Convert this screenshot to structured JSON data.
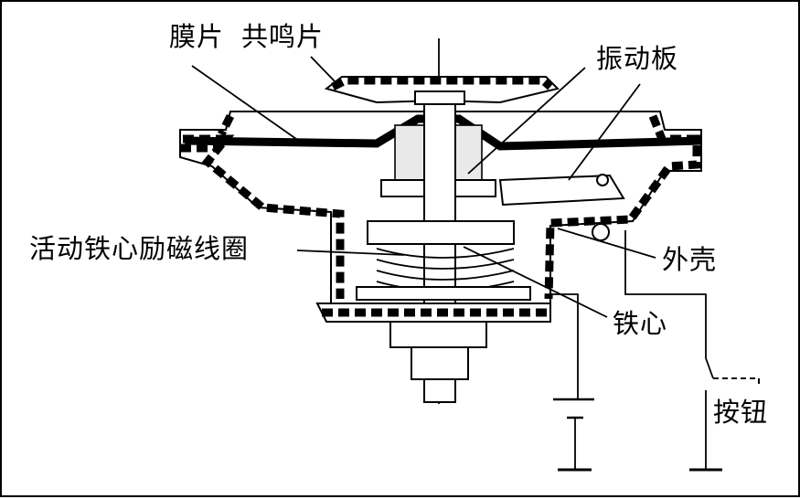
{
  "labels": {
    "diaphragm": "膜片",
    "resonator": "共鸣片",
    "vibration_plate": "振动板",
    "coil": "活动铁心励磁线圈",
    "shell": "外壳",
    "iron_core": "铁心",
    "button": "按钮"
  }
}
